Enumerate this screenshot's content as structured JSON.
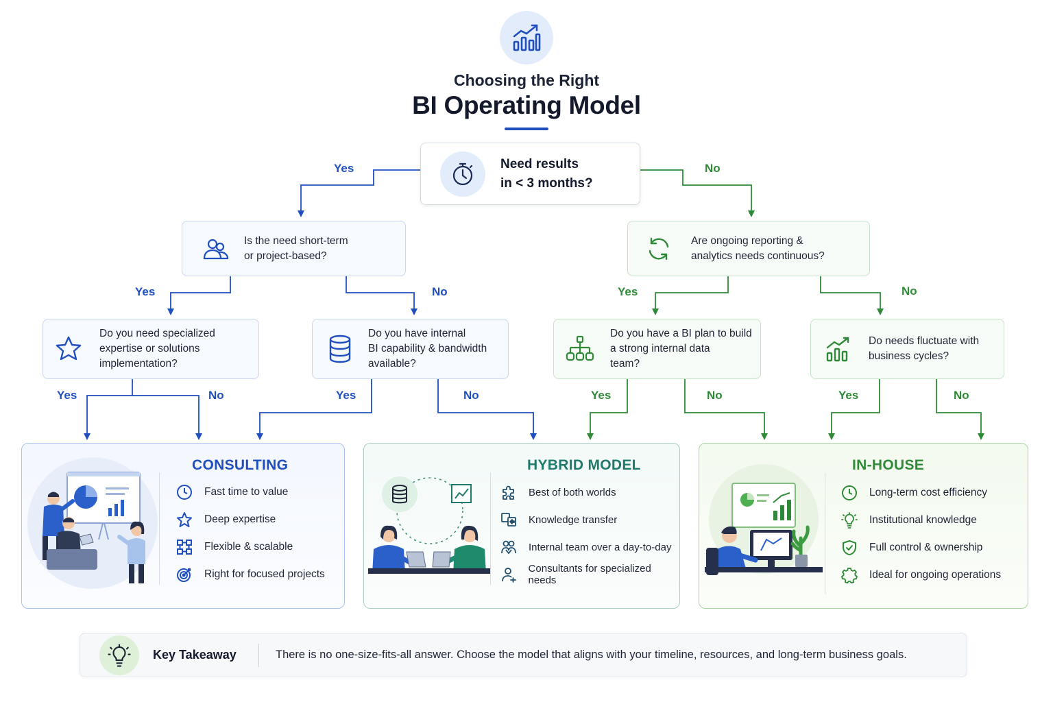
{
  "header": {
    "icon": "bar-chart-growth-icon",
    "title_line1": "Choosing the Right",
    "title_line2": "BI Operating Model"
  },
  "colors": {
    "blue": "#1f4fbf",
    "green": "#2f8a37",
    "teal": "#1f7a6c"
  },
  "root": {
    "icon": "stopwatch-icon",
    "text_line1": "Need results",
    "text_line2": "in < 3 months?",
    "yes_label": "Yes",
    "no_label": "No"
  },
  "left_q": {
    "icon": "users-icon",
    "text_line1": "Is the need short-term",
    "text_line2": "or project-based?",
    "yes_label": "Yes",
    "no_label": "No"
  },
  "right_q": {
    "icon": "refresh-cycle-icon",
    "text_line1": "Are ongoing reporting &",
    "text_line2": "analytics needs continuous?",
    "yes_label": "Yes",
    "no_label": "No"
  },
  "q_specialized": {
    "icon": "star-icon",
    "text_line1": "Do you need specialized",
    "text_line2": "expertise or solutions",
    "text_line3": "implementation?",
    "yes_label": "Yes",
    "no_label": "No"
  },
  "q_internal": {
    "icon": "database-icon",
    "text_line1": "Do you have internal",
    "text_line2": "BI capability & bandwidth",
    "text_line3": "available?",
    "yes_label": "Yes",
    "no_label": "No"
  },
  "q_plan": {
    "icon": "org-chart-icon",
    "text_line1": "Do you have a BI plan to build",
    "text_line2": "a strong internal data",
    "text_line3": "team?",
    "yes_label": "Yes",
    "no_label": "No"
  },
  "q_fluctuate": {
    "icon": "growth-chart-icon",
    "text_line1": "Do needs fluctuate with",
    "text_line2": "business cycles?",
    "yes_label": "Yes",
    "no_label": "No"
  },
  "consulting": {
    "title": "CONSULTING",
    "illustration": "team-presentation-illustration",
    "features": [
      {
        "icon": "clock-icon",
        "label": "Fast time to value"
      },
      {
        "icon": "star-icon",
        "label": "Deep expertise"
      },
      {
        "icon": "scale-grid-icon",
        "label": "Flexible & scalable"
      },
      {
        "icon": "target-icon",
        "label": "Right for focused projects"
      }
    ]
  },
  "hybrid": {
    "title": "HYBRID MODEL",
    "illustration": "two-people-collaborating-illustration",
    "features": [
      {
        "icon": "puzzle-icon",
        "label": "Best of both worlds"
      },
      {
        "icon": "knowledge-transfer-icon",
        "label": "Knowledge transfer"
      },
      {
        "icon": "people-icon",
        "label": "Internal team over a day-to-day"
      },
      {
        "icon": "person-icon",
        "label": "Consultants for specialized needs"
      }
    ]
  },
  "inhouse": {
    "title": "IN-HOUSE",
    "illustration": "analyst-at-desk-illustration",
    "features": [
      {
        "icon": "clock-icon",
        "label": "Long-term cost efficiency"
      },
      {
        "icon": "lightbulb-icon",
        "label": "Institutional knowledge"
      },
      {
        "icon": "shield-check-icon",
        "label": "Full control & ownership"
      },
      {
        "icon": "gear-icon",
        "label": "Ideal for ongoing operations"
      }
    ]
  },
  "takeaway": {
    "icon": "lightbulb-icon",
    "label": "Key Takeaway",
    "text": "There is no one-size-fits-all answer. Choose the model that aligns with your timeline, resources, and long-term business goals."
  }
}
